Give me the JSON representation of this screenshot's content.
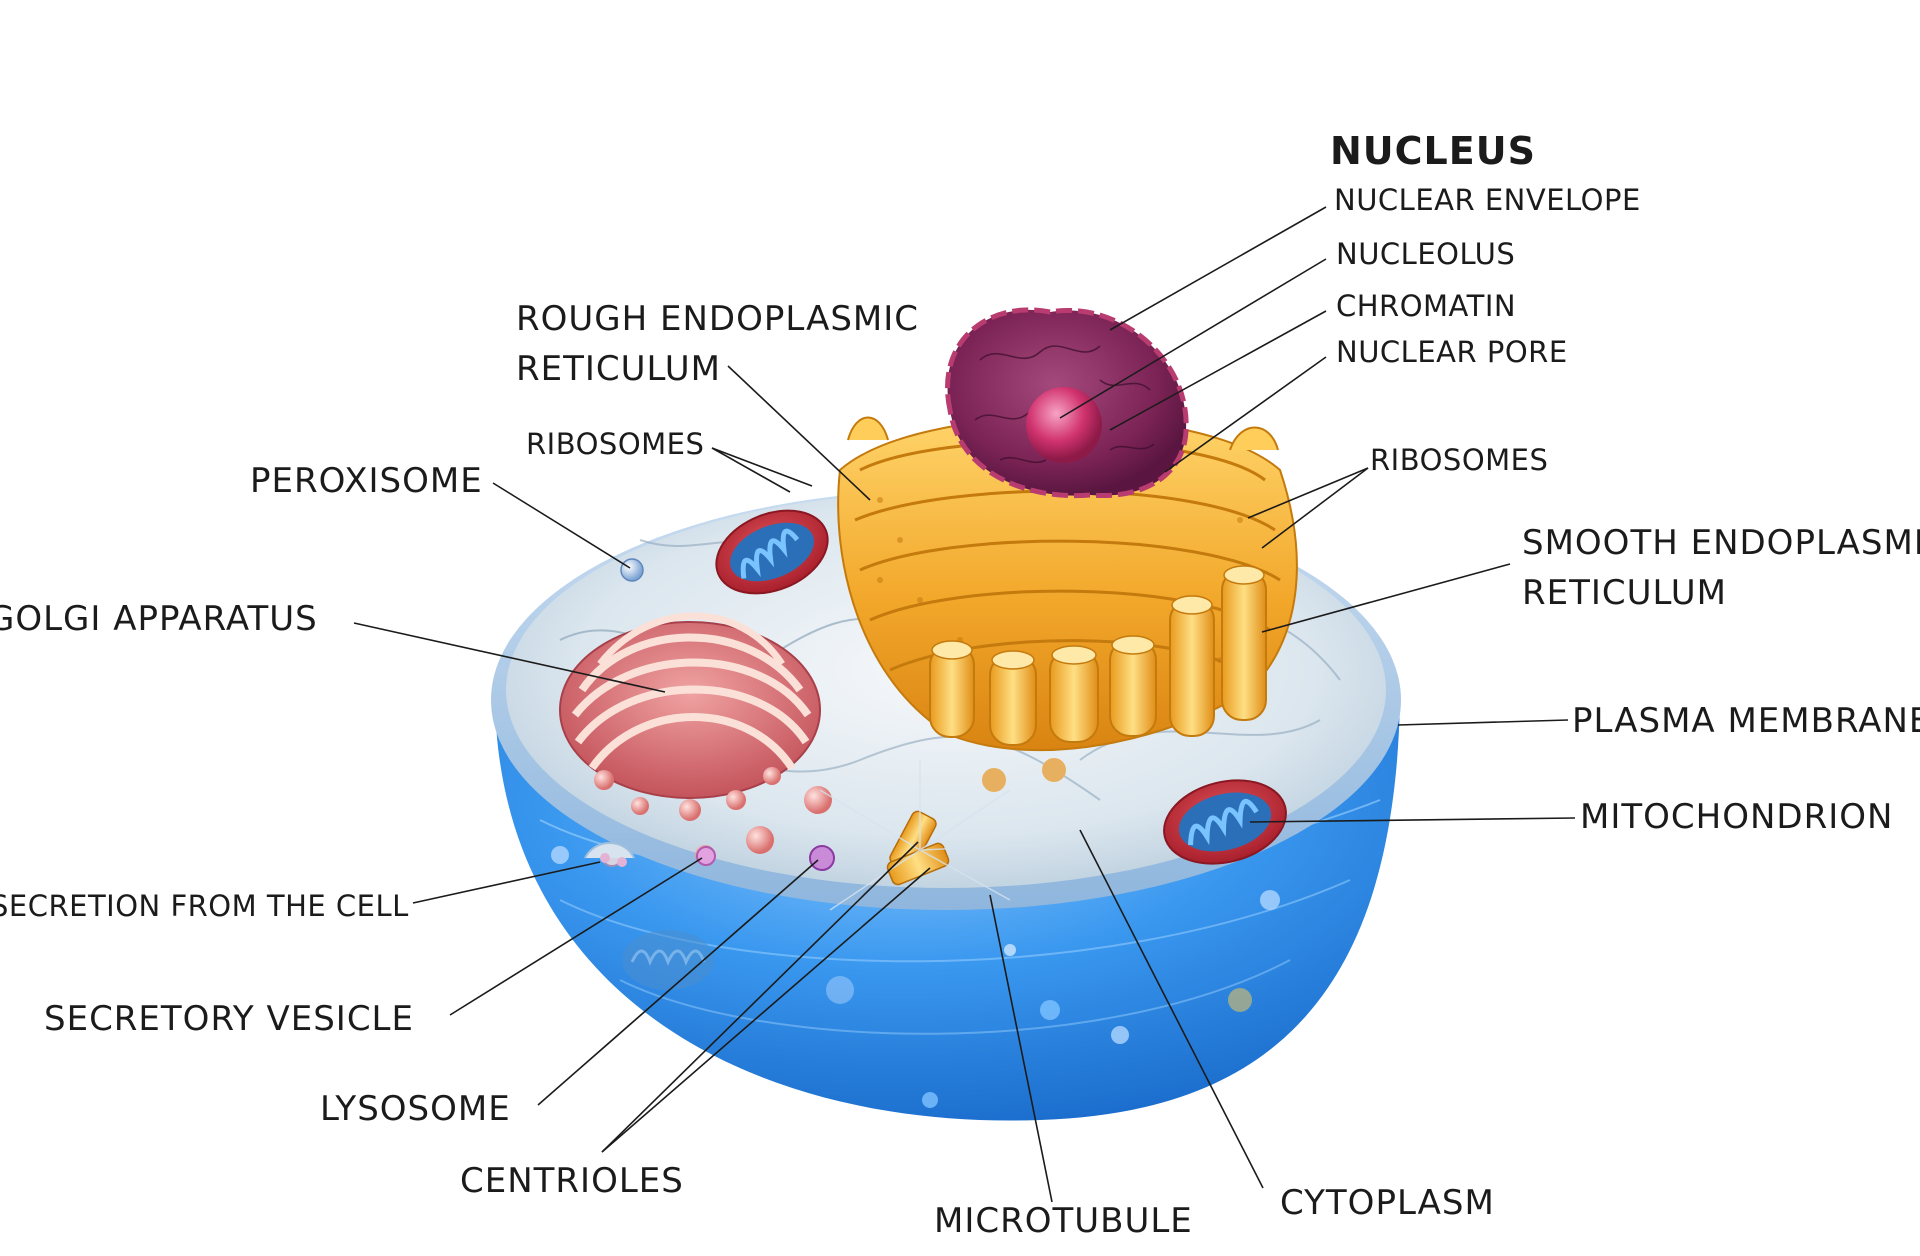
{
  "diagram": {
    "labels": {
      "nucleus": "NUCLEUS",
      "nuclear_envelope": "NUCLEAR ENVELOPE",
      "nucleolus": "NUCLEOLUS",
      "chromatin": "CHROMATIN",
      "nuclear_pore": "NUCLEAR PORE",
      "rough_er_line1": "ROUGH ENDOPLASMIC",
      "rough_er_line2": "RETICULUM",
      "ribosomes_left": "RIBOSOMES",
      "ribosomes_right": "RIBOSOMES",
      "peroxisome": "PEROXISOME",
      "golgi_apparatus": "GOLGI APPARATUS",
      "smooth_er_line1": "SMOOTH ENDOPLASMIC",
      "smooth_er_line2": "RETICULUM",
      "plasma_membrane": "PLASMA MEMBRANE",
      "mitochondrion": "MITOCHONDRION",
      "secretion": "SECRETION FROM THE CELL",
      "secretory_vesicle": "SECRETORY VESICLE",
      "lysosome": "LYSOSOME",
      "centrioles": "CENTRIOLES",
      "microtubule": "MICROTUBULE",
      "cytoplasm": "CYTOPLASM"
    },
    "colors": {
      "cell_blue": "#2f8fe6",
      "cell_light": "#dfe9f1",
      "er_gold": "#f2ac2a",
      "nucleus_purple": "#8a2a62",
      "golgi_pink": "#d8686e",
      "mitochondria_red": "#c8323c",
      "leader_line": "#1b1b1b"
    }
  }
}
